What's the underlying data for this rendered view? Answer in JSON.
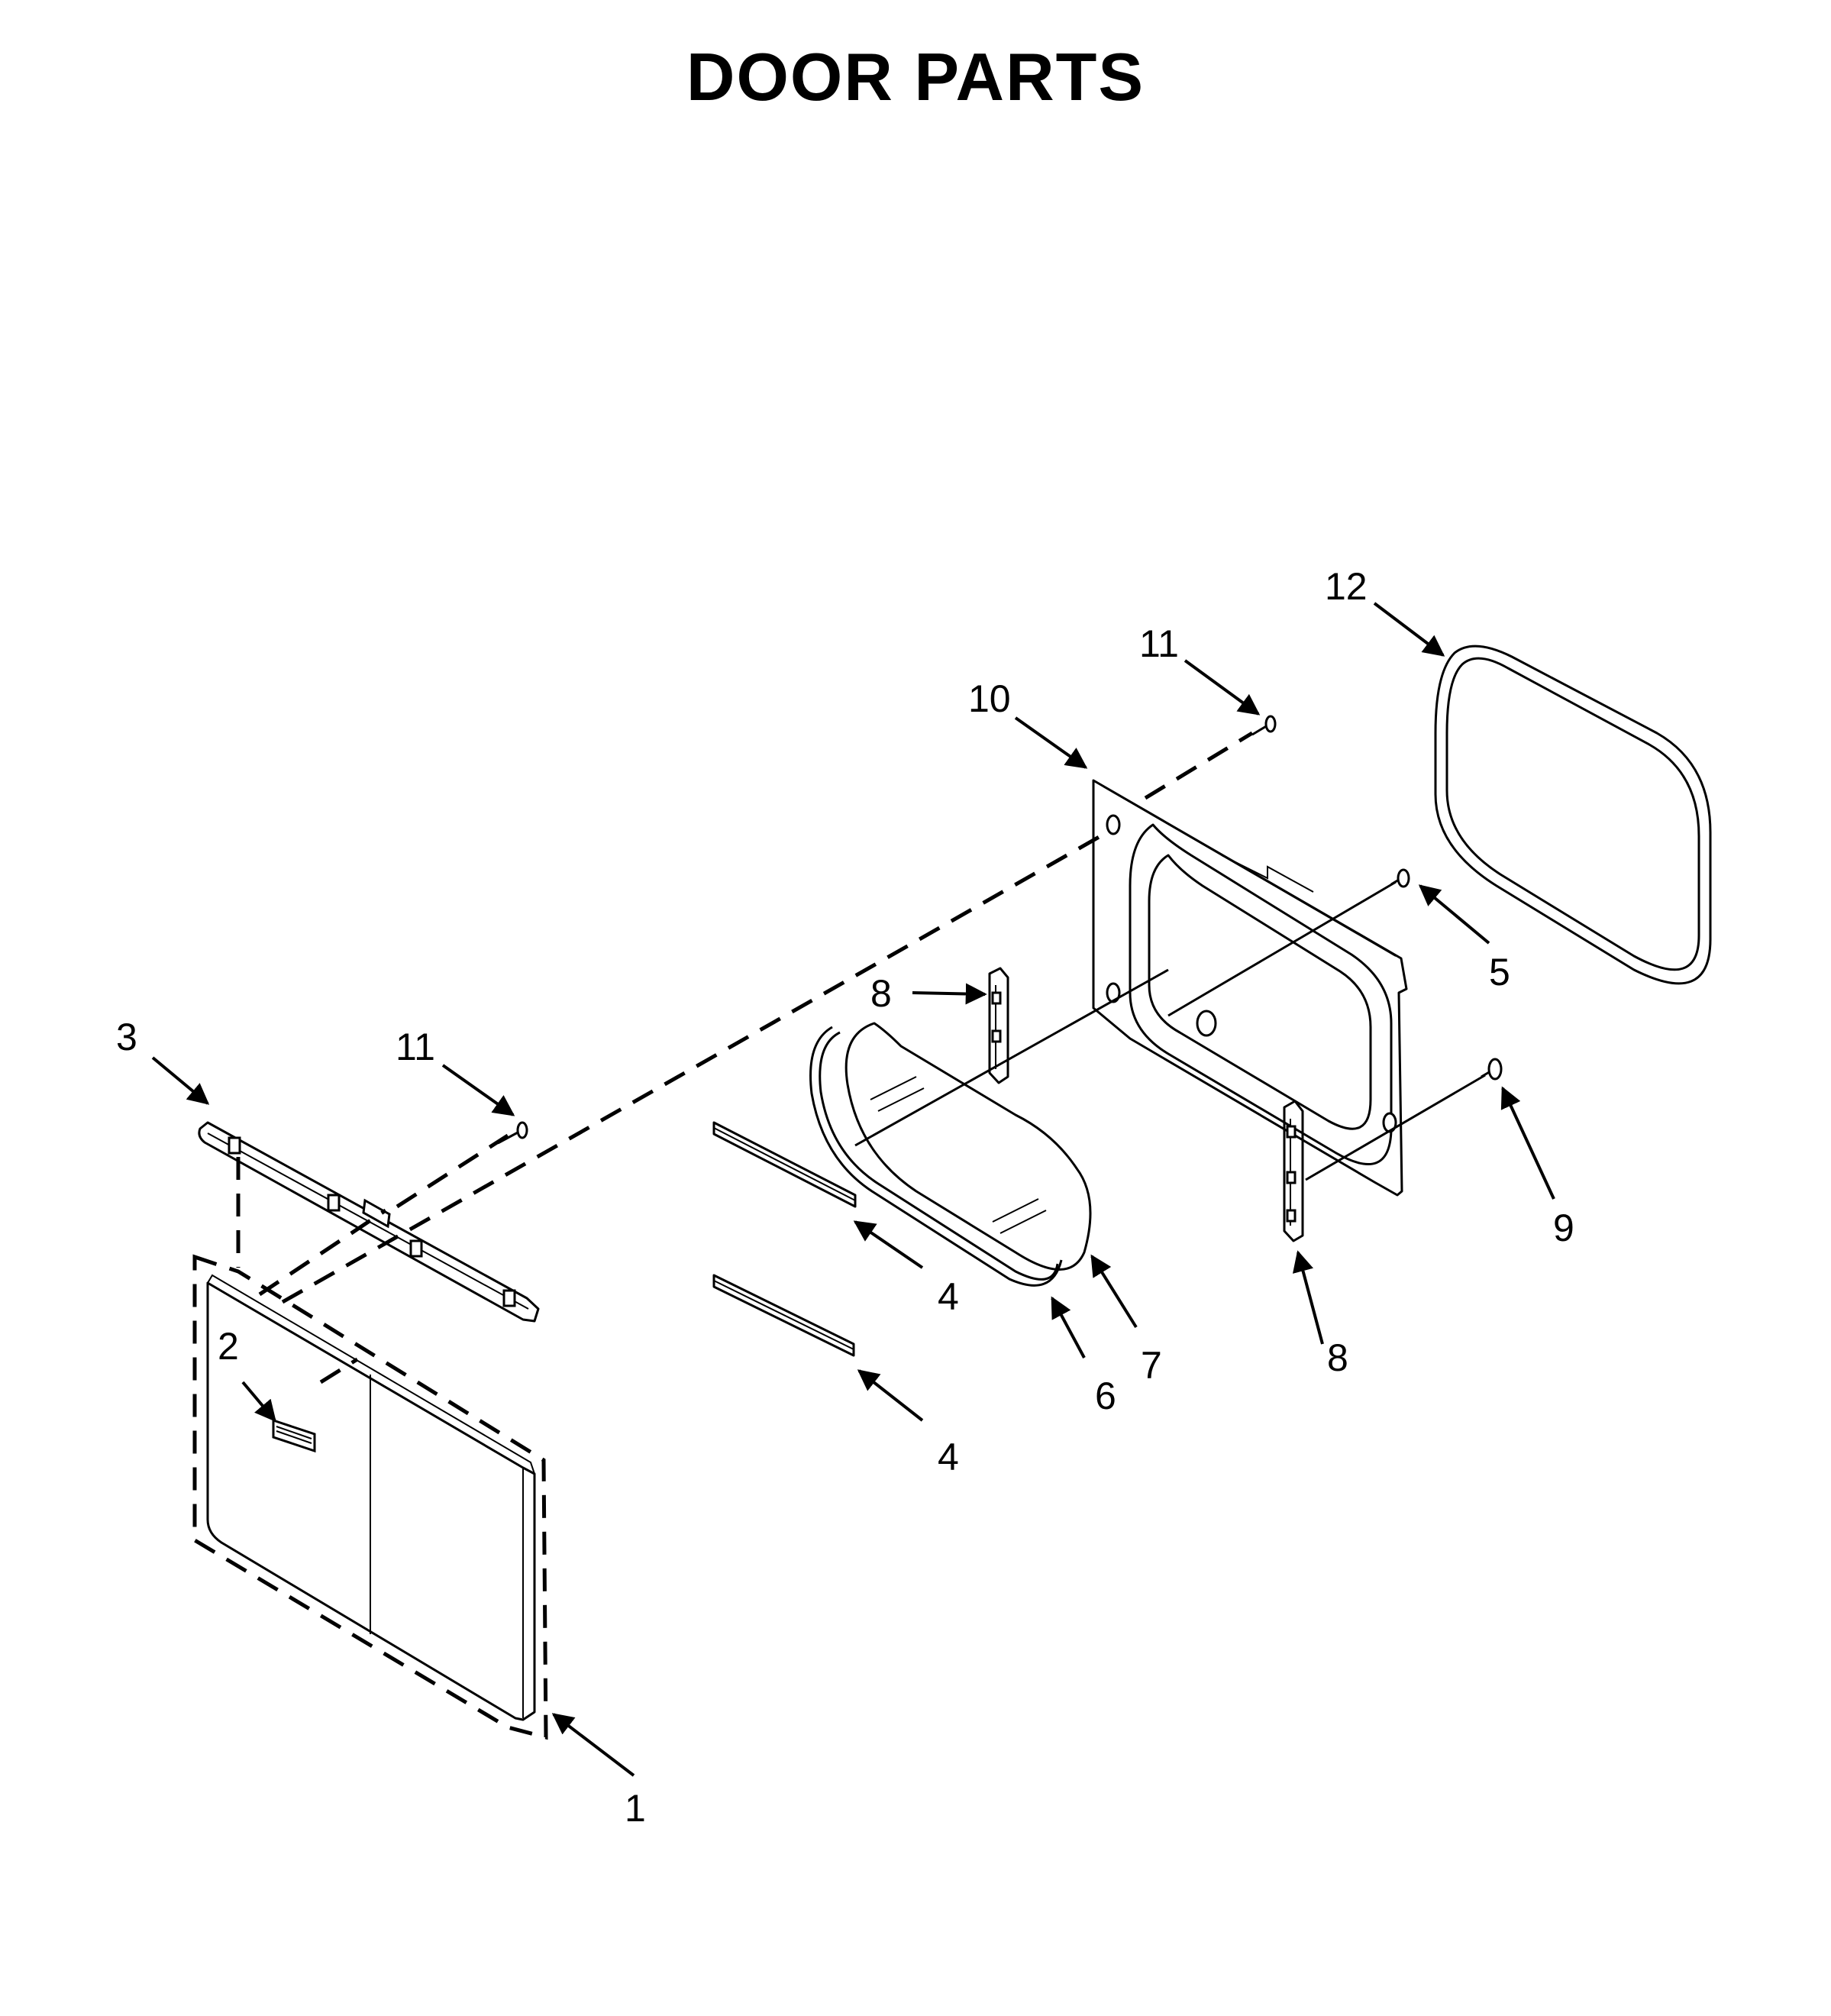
{
  "title": "DOOR PARTS",
  "callouts": {
    "c1": "1",
    "c2": "2",
    "c3": "3",
    "c4a": "4",
    "c4b": "4",
    "c5": "5",
    "c6": "6",
    "c7": "7",
    "c8a": "8",
    "c8b": "8",
    "c9": "9",
    "c10": "10",
    "c11a": "11",
    "c11b": "11",
    "c12": "12"
  }
}
